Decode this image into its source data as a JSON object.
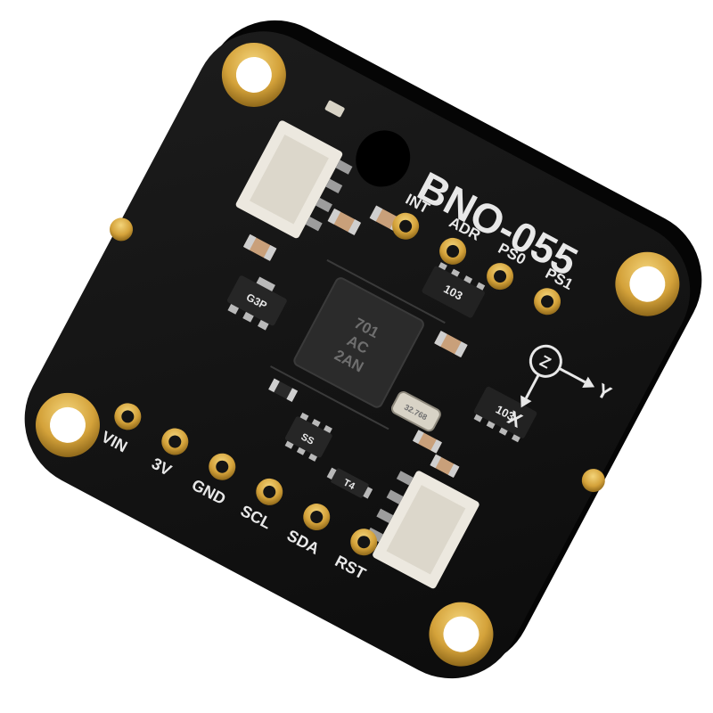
{
  "board": {
    "title": "BNO-055",
    "colors": {
      "pcb": "#141414",
      "pcb_edge": "#050505",
      "gold": "#d4a23a",
      "gold_dark": "#8a6418",
      "silk": "#e8e8e8",
      "connector": "#ece8df",
      "chip": "#2b2b2b"
    },
    "pins_left": [
      "VIN",
      "3V",
      "GND",
      "SCL",
      "SDA",
      "RST"
    ],
    "pins_right": [
      "INT",
      "ADR",
      "PS0",
      "PS1"
    ],
    "axes": {
      "y": "Y",
      "x": "X",
      "z": "Z"
    },
    "chip_marking": [
      "701",
      "AC",
      "2AN"
    ],
    "resistor_marks": [
      "103",
      "103"
    ],
    "transistor_mark": "G3P",
    "diode_mark": "T4",
    "crystal_mark": "32.768",
    "small_chip_mark": "SS"
  }
}
